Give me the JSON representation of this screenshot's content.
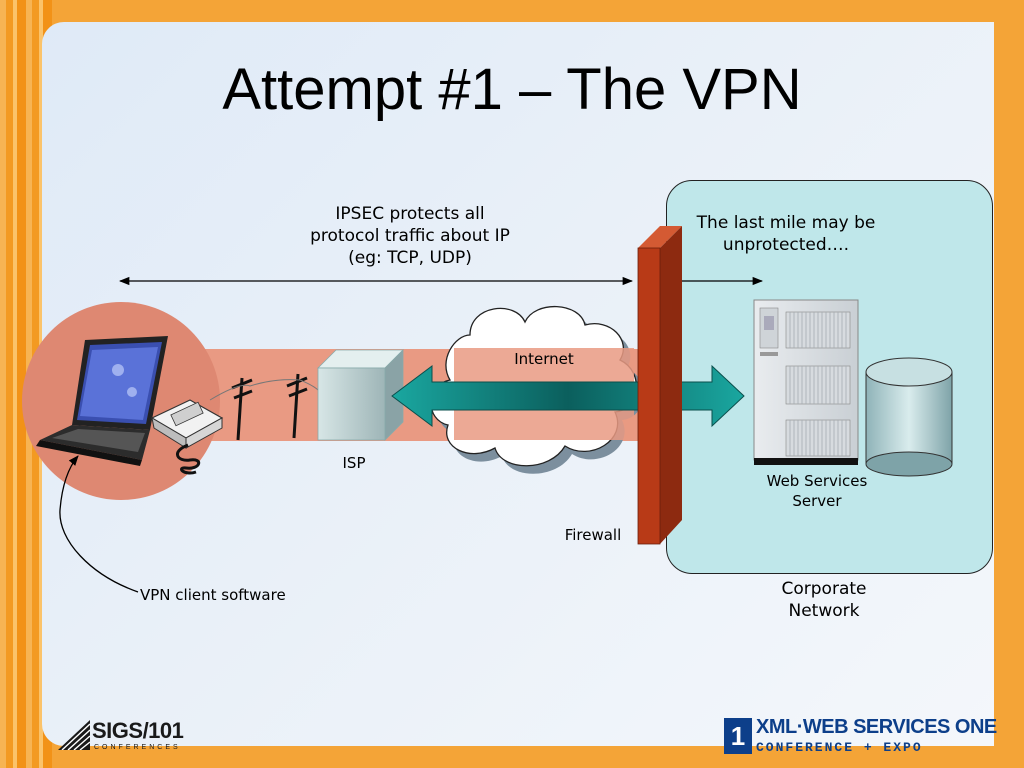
{
  "slide": {
    "title": "Attempt #1 – The VPN"
  },
  "diagram": {
    "ipsec_label": [
      "IPSEC protects all",
      "protocol traffic about IP",
      "(eg: TCP, UDP)"
    ],
    "last_mile_label": [
      "The last mile may be",
      "unprotected…."
    ],
    "internet_label": "Internet",
    "isp_label": "ISP",
    "firewall_label": "Firewall",
    "server_label": [
      "Web Services",
      "Server"
    ],
    "corporate_label": [
      "Corporate",
      "Network"
    ],
    "vpn_client_label": "VPN client software"
  },
  "footer": {
    "left_logo_word": "SIGS/101",
    "left_logo_sub": "CONFERENCES",
    "right_logo_mark": "1",
    "right_logo_line1": "XML·WEB SERVICES ONE",
    "right_logo_line2": "CONFERENCE + EXPO"
  },
  "colors": {
    "accent_orange": "#f4a437",
    "corporate_fill": "#bfe7ea",
    "tunnel_band": "#e99a83",
    "firewall": "#b83a17",
    "arrow_teal": "#0e8b86",
    "logo_blue": "#0d3f8a"
  }
}
